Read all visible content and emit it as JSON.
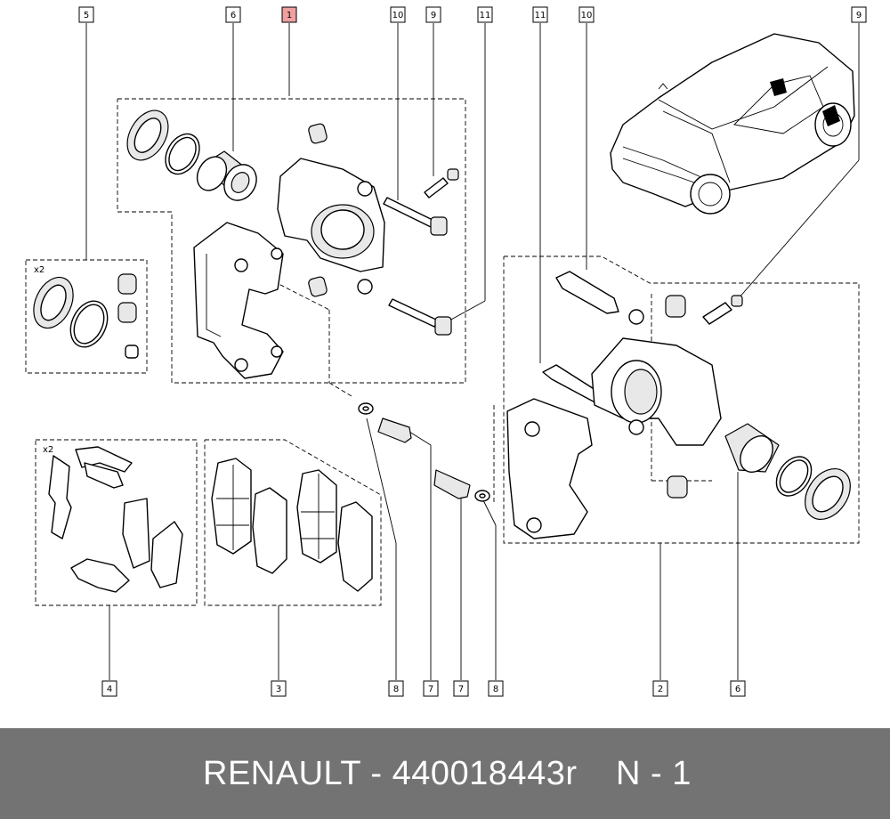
{
  "callouts_top": [
    "5",
    "6",
    "1",
    "10",
    "9",
    "11",
    "11",
    "10",
    "9"
  ],
  "callouts_bottom": [
    "4",
    "3",
    "8",
    "7",
    "7",
    "8",
    "2",
    "6"
  ],
  "multiplier_labels": [
    "x2",
    "x2"
  ],
  "highlighted_callout": "1",
  "highlight_color": "#f0a0a0",
  "footer": {
    "brand_part": "RENAULT - 440018443r",
    "index": "N - 1",
    "background": "#737373",
    "text_color": "#ffffff"
  }
}
